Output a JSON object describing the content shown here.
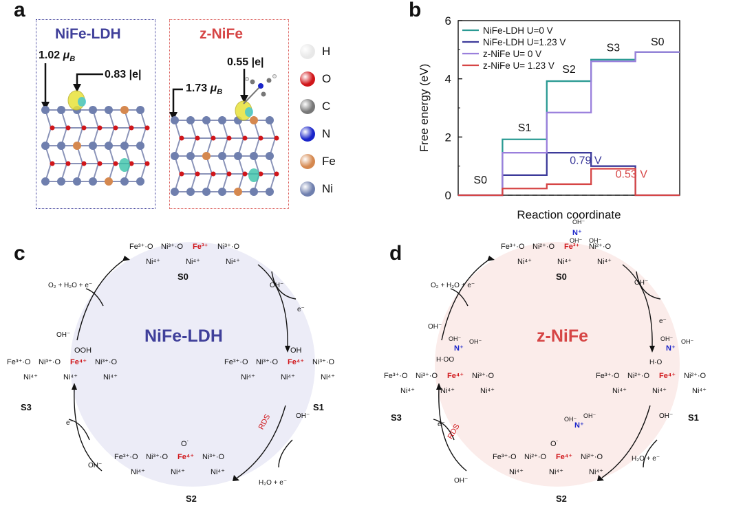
{
  "panels": {
    "a": {
      "letter": "a",
      "ldh": {
        "title": "NiFe-LDH",
        "moment": "1.02 μB",
        "moment_num": "1.02",
        "moment_mu": "μ",
        "moment_sub": "B",
        "charge": "0.83 |e|"
      },
      "znife": {
        "title": "z-NiFe",
        "moment": "1.73 μB",
        "moment_num": "1.73",
        "moment_mu": "μ",
        "moment_sub": "B",
        "charge": "0.55 |e|"
      },
      "legend": [
        {
          "label": "H",
          "color": "#e8e8e8"
        },
        {
          "label": "O",
          "color": "#d0161a"
        },
        {
          "label": "C",
          "color": "#777777"
        },
        {
          "label": "N",
          "color": "#1a25c9"
        },
        {
          "label": "Fe",
          "color": "#d5884f"
        },
        {
          "label": "Ni",
          "color": "#6f7fae"
        }
      ]
    },
    "b": {
      "letter": "b"
    },
    "c": {
      "letter": "c",
      "center": "NiFe-LDH",
      "rds": "RDS",
      "s0": "S0",
      "s1": "S1",
      "s2": "S2",
      "s3": "S3",
      "o2_release": "O₂ + H₂O + e⁻",
      "h2o_release": "H₂O + e⁻",
      "oh": "OH⁻",
      "e": "e⁻",
      "fe3": "Fe³⁺",
      "fe4": "Fe⁴⁺",
      "ni3": "Ni³⁺",
      "ni4": "Ni⁴⁺",
      "o": "O",
      "ooh": "OOH",
      "oh_group": "OH",
      "o_radical": "O˙"
    },
    "d": {
      "letter": "d",
      "center": "z-NiFe",
      "rds": "RDS",
      "s0": "S0",
      "s1": "S1",
      "s2": "S2",
      "s3": "S3",
      "o2_release": "O₂ + H₂O + e⁻",
      "h2o_release": "H₂O + e⁻",
      "oh": "OH⁻",
      "e": "e⁻",
      "fe3": "Fe³⁺",
      "fe4": "Fe⁴⁺",
      "ni3": "Ni³⁺",
      "ni4": "Ni⁴⁺",
      "ni2": "Ni²⁺",
      "n_plus": "N⁺",
      "o": "O",
      "ho": "H·O",
      "hoo": "H·OO",
      "o_radical": "O˙"
    }
  },
  "chart_data": {
    "type": "line",
    "step": true,
    "xlabel": "Reaction coordinate",
    "ylabel": "Free energy (eV)",
    "ylim": [
      0,
      6
    ],
    "yticks": [
      0,
      2,
      4,
      6
    ],
    "states": [
      "S0",
      "S1",
      "S2",
      "S3",
      "S0"
    ],
    "series": [
      {
        "name": "NiFe-LDH U=0 V",
        "color": "#2a9a93",
        "values": [
          0,
          1.92,
          3.92,
          4.66,
          4.92
        ]
      },
      {
        "name": "NiFe-LDH U=1.23 V",
        "color": "#3c3a9a",
        "values": [
          0,
          0.69,
          1.46,
          1.0,
          0
        ]
      },
      {
        "name": "z-NiFe U= 0 V",
        "color": "#9a7fdc",
        "values": [
          0,
          1.46,
          2.84,
          4.6,
          4.92
        ]
      },
      {
        "name": "z-NiFe U= 1.23 V",
        "color": "#d64545",
        "values": [
          0,
          0.23,
          0.38,
          0.91,
          0
        ]
      }
    ],
    "baseline": 0,
    "baseline_style": "dashed",
    "state_labels": [
      {
        "text": "S0",
        "x": 0.5,
        "y": 0.4
      },
      {
        "text": "S1",
        "x": 1.5,
        "y": 2.2
      },
      {
        "text": "S2",
        "x": 2.5,
        "y": 4.2
      },
      {
        "text": "S3",
        "x": 3.5,
        "y": 4.95
      },
      {
        "text": "S0",
        "x": 4.5,
        "y": 5.15
      }
    ],
    "annotations": [
      {
        "text": "0.79 V",
        "color": "#3c3a9a",
        "x": 2.52,
        "y": 1.08
      },
      {
        "text": "0.53 V",
        "color": "#d64545",
        "x": 3.55,
        "y": 0.6
      }
    ],
    "legend_position": "top-left",
    "grid": false
  }
}
